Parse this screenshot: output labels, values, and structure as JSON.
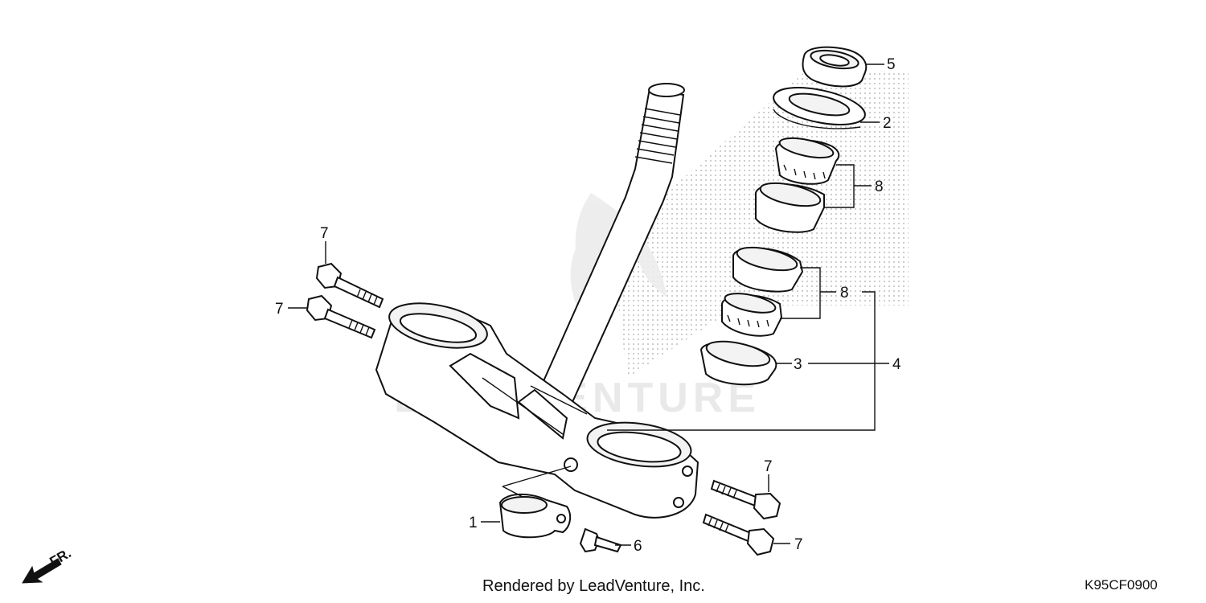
{
  "diagram": {
    "callouts": {
      "c1": "1",
      "c2": "2",
      "c3": "3",
      "c4": "4",
      "c5": "5",
      "c6": "6",
      "c7a": "7",
      "c7b": "7",
      "c7c": "7",
      "c7d": "7",
      "c8a": "8",
      "c8b": "8"
    },
    "front_indicator": "FR.",
    "watermark": "LEADVENTURE"
  },
  "footer": {
    "credit": "Rendered by LeadVenture, Inc.",
    "diagram_code": "K95CF0900"
  },
  "colors": {
    "line": "#111111",
    "stipple": "#9a9a9a",
    "watermark": "#ececec"
  }
}
